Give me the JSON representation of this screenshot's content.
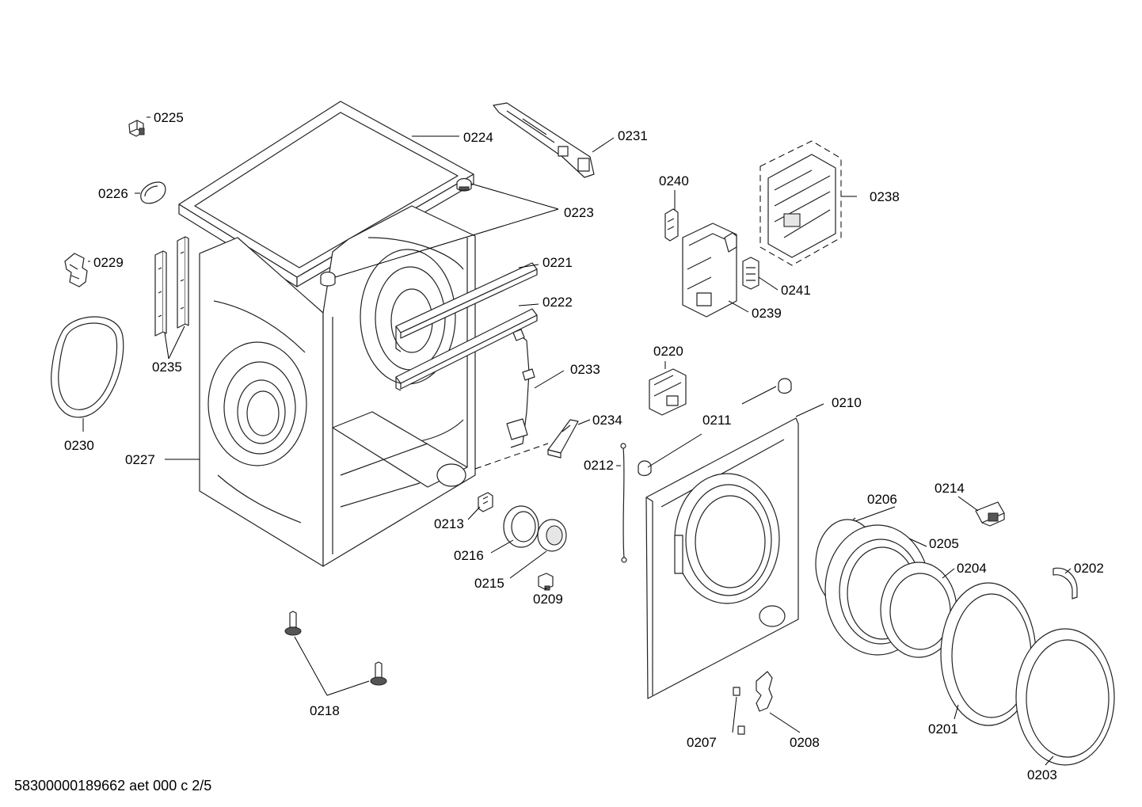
{
  "part_labels": {
    "p0201": "0201",
    "p0202": "0202",
    "p0203": "0203",
    "p0204": "0204",
    "p0205": "0205",
    "p0206": "0206",
    "p0207": "0207",
    "p0208": "0208",
    "p0209": "0209",
    "p0210": "0210",
    "p0211": "0211",
    "p0212": "0212",
    "p0213": "0213",
    "p0214": "0214",
    "p0215": "0215",
    "p0216": "0216",
    "p0218": "0218",
    "p0220": "0220",
    "p0221": "0221",
    "p0222": "0222",
    "p0223": "0223",
    "p0224": "0224",
    "p0225": "0225",
    "p0226": "0226",
    "p0227": "0227",
    "p0229": "0229",
    "p0230": "0230",
    "p0231": "0231",
    "p0233": "0233",
    "p0234": "0234",
    "p0235": "0235",
    "p0238": "0238",
    "p0239": "0239",
    "p0240": "0240",
    "p0241": "0241"
  },
  "footer": {
    "document_id": "58300000189662 aet 000 c 2/5"
  }
}
